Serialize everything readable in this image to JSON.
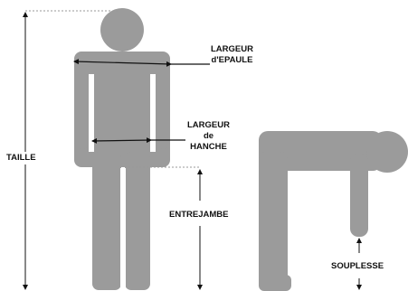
{
  "colors": {
    "figure": "#9b9b9b",
    "line": "#111111",
    "dotted": "#999999",
    "background": "#ffffff"
  },
  "labels": {
    "taille": "TAILLE",
    "largeur_epaule": [
      "LARGEUR",
      "d'EPAULE"
    ],
    "largeur_hanche": [
      "LARGEUR",
      "de",
      "HANCHE"
    ],
    "entrejambe": "ENTREJAMBE",
    "souplesse": "SOUPLESSE"
  }
}
